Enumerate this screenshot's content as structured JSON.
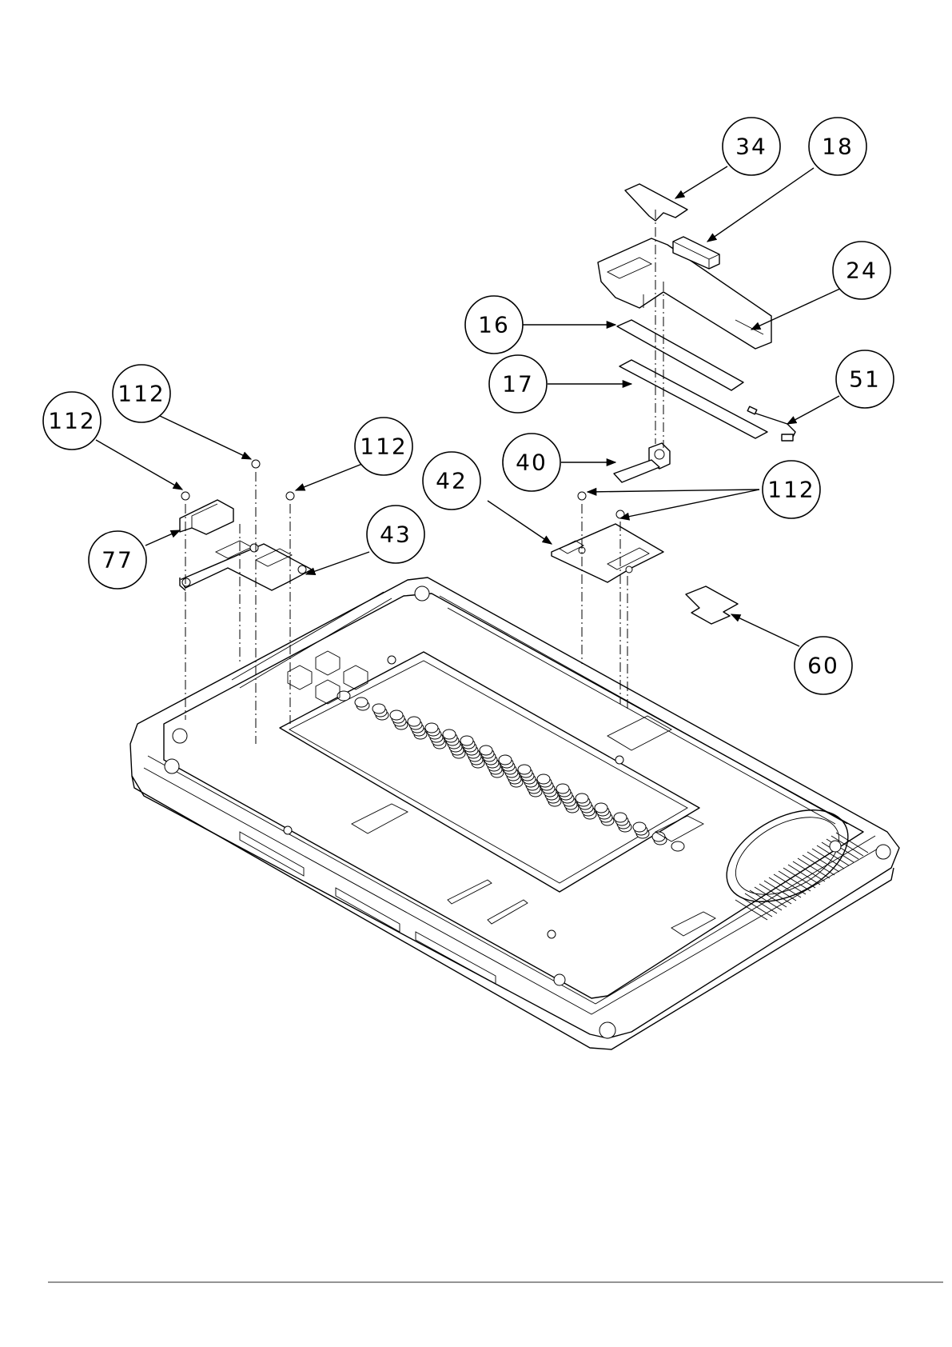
{
  "callouts": [
    {
      "id": "c34",
      "label": "34"
    },
    {
      "id": "c18",
      "label": "18"
    },
    {
      "id": "c24",
      "label": "24"
    },
    {
      "id": "c16",
      "label": "16"
    },
    {
      "id": "c17",
      "label": "17"
    },
    {
      "id": "c51",
      "label": "51"
    },
    {
      "id": "c40",
      "label": "40"
    },
    {
      "id": "c42",
      "label": "42"
    },
    {
      "id": "c112a",
      "label": "112"
    },
    {
      "id": "c112b",
      "label": "112"
    },
    {
      "id": "c112c",
      "label": "112"
    },
    {
      "id": "c112d",
      "label": "112"
    },
    {
      "id": "c43",
      "label": "43"
    },
    {
      "id": "c77",
      "label": "77"
    },
    {
      "id": "c60",
      "label": "60"
    }
  ]
}
